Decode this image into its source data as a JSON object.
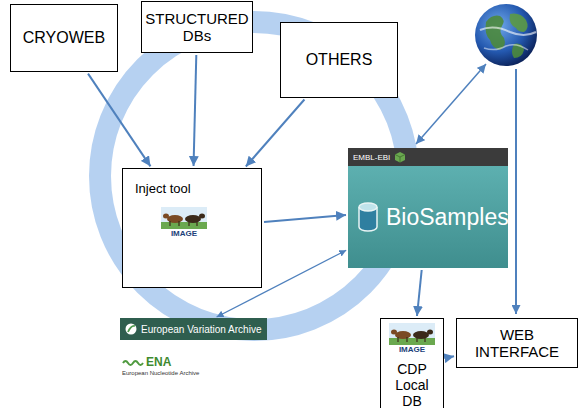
{
  "diagram": {
    "nodes": [
      {
        "text": [
          "CRYOWEB"
        ]
      },
      {
        "text": [
          "STRUCTURED DBs"
        ]
      },
      {
        "text": [
          "OTHERS"
        ]
      },
      {
        "text": [
          "Inject tool",
          "IMAGE"
        ]
      },
      {
        "text": [
          "EMBL-EBI",
          "BioSamples"
        ]
      },
      {
        "text": [
          "European Variation Archive"
        ]
      },
      {
        "text": [
          "ENA",
          "European Nucleotide Archive"
        ]
      },
      {
        "text": [
          "IMAGE",
          "CDP Local DB"
        ]
      },
      {
        "text": [
          "WEB INTERFACE"
        ]
      }
    ],
    "edges": [
      {
        "from": 0,
        "to": 3,
        "arrow": "to"
      },
      {
        "from": 1,
        "to": 3,
        "arrow": "to"
      },
      {
        "from": 2,
        "to": 3,
        "arrow": "to"
      },
      {
        "from": 3,
        "to": 4,
        "arrow": "to"
      },
      {
        "from": 4,
        "to": 5,
        "arrow": "both"
      },
      {
        "from": 4,
        "to": 7,
        "arrow": "to"
      },
      {
        "from": 7,
        "to": 8,
        "arrow": "to"
      }
    ]
  }
}
